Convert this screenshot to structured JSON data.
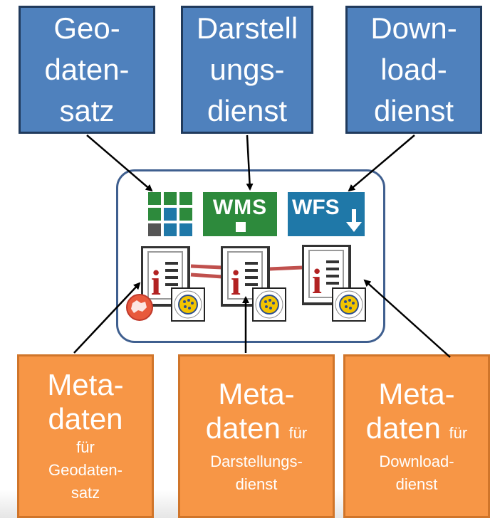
{
  "top_boxes": {
    "geodatensatz": [
      "Geo-",
      "daten-",
      "satz"
    ],
    "darstellungsdienst": [
      "Darstell",
      "ungs-",
      "dienst"
    ],
    "downloaddienst": [
      "Down-",
      "load-",
      "dienst"
    ]
  },
  "icons": {
    "wms_label": "WMS",
    "wfs_label": "WFS"
  },
  "bottom_boxes": {
    "meta_geodatensatz": {
      "line1": "Meta-",
      "line2": "daten",
      "line3": "für",
      "line4": "Geodaten-",
      "line5": "satz"
    },
    "meta_darstellungsdienst": {
      "line1": "Meta-",
      "line2": "daten",
      "line2_small": "für",
      "line3": "Darstellungs-",
      "line4": "dienst"
    },
    "meta_downloaddienst": {
      "line1": "Meta-",
      "line2": "daten",
      "line2_small": "für",
      "line3": "Download-",
      "line4": "dienst"
    }
  },
  "colors": {
    "blue_box": "#4f81bd",
    "orange_box": "#f79646",
    "wms_green": "#2d8a3c",
    "wfs_blue": "#1f78a8",
    "link_red": "#c0504d"
  }
}
